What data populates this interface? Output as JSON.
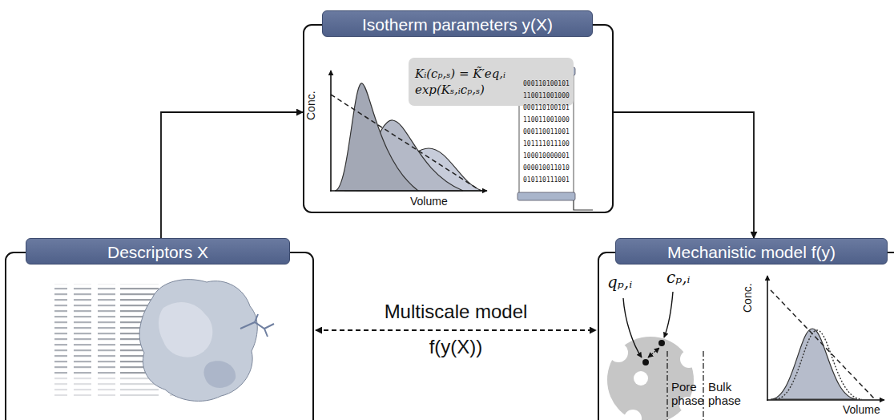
{
  "diagram": {
    "nodes": [
      {
        "text": [
          "Isotherm parameters y(X)"
        ]
      },
      {
        "text": [
          "Descriptors X"
        ]
      },
      {
        "text": [
          "Mechanistic model f(y)"
        ]
      },
      {
        "text": [
          "Kᵢ(cₚ,ₛ) = K̃′eq,ᵢ exp(Kₛ,ᵢcₚ,ₛ)"
        ],
        "in": 0
      }
    ],
    "edges": [
      {
        "from": 1,
        "to": 0,
        "arrow": "to"
      },
      {
        "from": 0,
        "to": 2,
        "arrow": "to"
      },
      {
        "from": 1,
        "to": 2,
        "label": "Multiscale model f(y(X))",
        "arrow": "both"
      }
    ],
    "labels": [
      "Conc.",
      "Volume",
      "000110100101",
      "110011001000",
      "000110100101",
      "110011001000",
      "000110011001",
      "101111011100",
      "100010000001",
      "000010011010",
      "010110111001",
      "qₚ,ᵢ",
      "cₚ,ᵢ",
      "Pore phase",
      "Bulk phase",
      "Conc.",
      "Volume"
    ]
  }
}
